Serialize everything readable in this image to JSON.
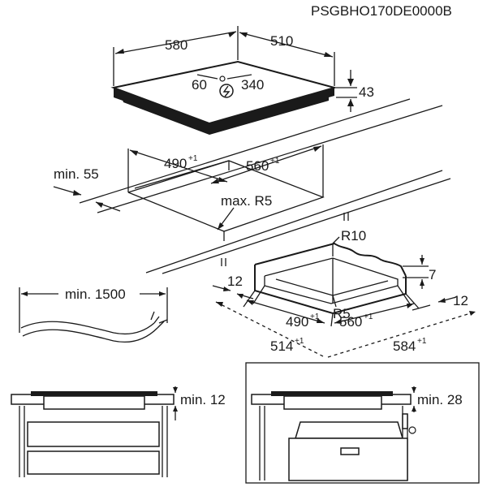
{
  "doc_code": "PSGBHO170DE0000B",
  "hob": {
    "width": "580",
    "depth": "510",
    "height": "43",
    "conn_left": "60",
    "conn_right": "340"
  },
  "cutout": {
    "min_front": "min. 55",
    "width": "490",
    "width_tol": "+1",
    "depth": "560",
    "depth_tol": "+1",
    "radius": "max. R5"
  },
  "frame": {
    "r_outer": "R10",
    "r_inner": "R5",
    "edge_left": "12",
    "edge_right": "12",
    "step": "7",
    "inner_w": "490",
    "inner_w_tol": "+1",
    "inner_d": "560",
    "inner_d_tol": "+1",
    "outer_w": "514",
    "outer_w_tol": "+1",
    "outer_d": "584",
    "outer_d_tol": "+1"
  },
  "cable": {
    "min_length": "min. 1500"
  },
  "install_left": {
    "gap": "min. 12"
  },
  "install_right": {
    "gap": "min. 28"
  }
}
